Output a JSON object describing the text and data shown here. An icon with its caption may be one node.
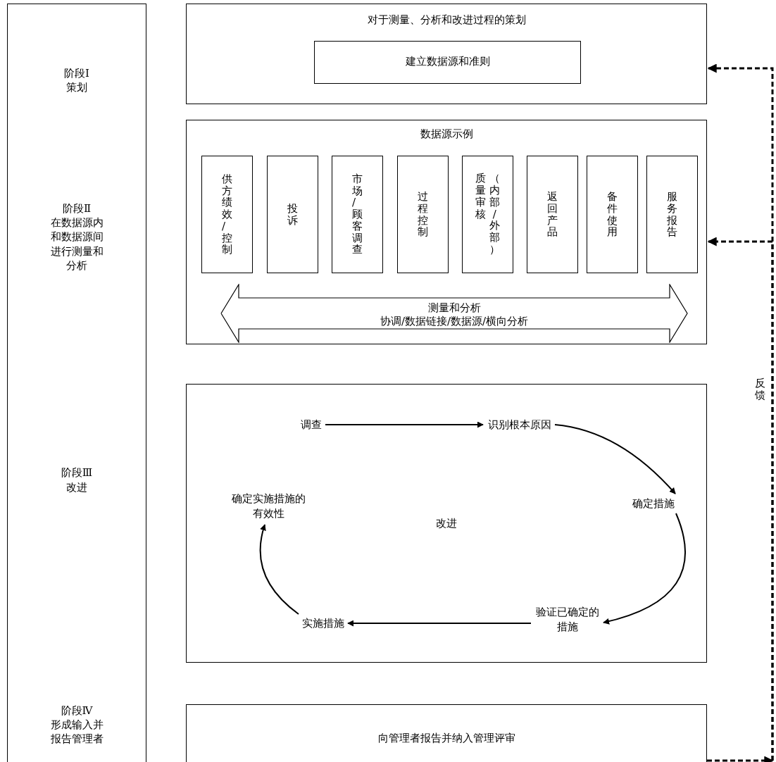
{
  "diagram": {
    "nodes": [
      {
        "text": [
          "阶段Ⅰ",
          "策划",
          "阶段Ⅱ",
          "在数据源内和数据源间进行测量和分析",
          "阶段Ⅲ",
          "改进",
          "阶段Ⅳ",
          "形成输入并报告管理者"
        ]
      },
      {
        "text": [
          "对于测量、分析和改进过程的策划"
        ]
      },
      {
        "text": [
          "建立数据源和准则"
        ],
        "in": 1
      },
      {
        "text": [
          "数据源示例"
        ]
      },
      {
        "text": [
          "供方绩效/控制"
        ],
        "in": 3
      },
      {
        "text": [
          "投诉"
        ],
        "in": 3
      },
      {
        "text": [
          "市场/顾客调查"
        ],
        "in": 3
      },
      {
        "text": [
          "过程控制"
        ],
        "in": 3
      },
      {
        "text": [
          "（内部/外部）质量审核"
        ],
        "in": 3
      },
      {
        "text": [
          "返回产品"
        ],
        "in": 3
      },
      {
        "text": [
          "备件使用"
        ],
        "in": 3
      },
      {
        "text": [
          "服务报告"
        ],
        "in": 3
      },
      {
        "text": [
          "测量和分析",
          "协调/数据链接/数据源/横向分析"
        ],
        "in": 3
      },
      {
        "text": [
          "改进"
        ]
      },
      {
        "text": [
          "调查"
        ],
        "in": 13
      },
      {
        "text": [
          "识别根本原因"
        ],
        "in": 13
      },
      {
        "text": [
          "确定措施"
        ],
        "in": 13
      },
      {
        "text": [
          "验证已确定的措施"
        ],
        "in": 13
      },
      {
        "text": [
          "实施措施"
        ],
        "in": 13
      },
      {
        "text": [
          "确定实施措施的有效性"
        ],
        "in": 13
      },
      {
        "text": [
          "向管理者报告并纳入管理评审"
        ]
      }
    ],
    "edges": [
      {
        "from": 14,
        "to": 15,
        "arrow": "to"
      },
      {
        "from": 15,
        "to": 16,
        "arrow": "to"
      },
      {
        "from": 16,
        "to": 17,
        "arrow": "to"
      },
      {
        "from": 17,
        "to": 18,
        "arrow": "to"
      },
      {
        "from": 18,
        "to": 19,
        "arrow": "to"
      },
      {
        "from": 20,
        "to": 1,
        "arrow": "to",
        "style": "dashed",
        "label": "反馈"
      },
      {
        "from": 20,
        "to": 3,
        "arrow": "to",
        "style": "dashed"
      }
    ]
  }
}
